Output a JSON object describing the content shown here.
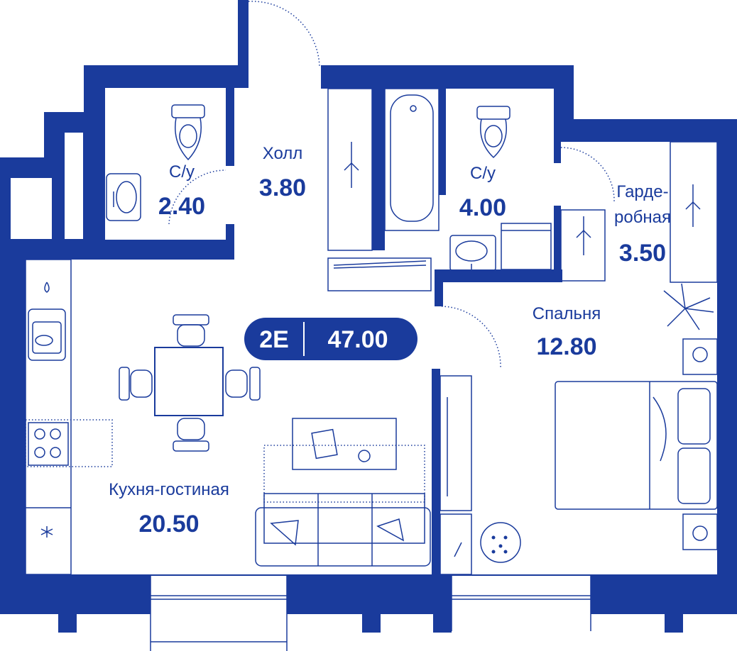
{
  "apartment": {
    "type_label": "2E",
    "total_area": "47.00",
    "accent_color": "#1a3b9c"
  },
  "rooms": {
    "bathroom_small": {
      "name": "С/у",
      "area": "2.40"
    },
    "hall": {
      "name": "Холл",
      "area": "3.80"
    },
    "bathroom_large": {
      "name": "С/у",
      "area": "4.00"
    },
    "wardrobe": {
      "name_line1": "Гарде-",
      "name_line2": "робная",
      "area": "3.50"
    },
    "bedroom": {
      "name": "Спальня",
      "area": "12.80"
    },
    "kitchen_living": {
      "name": "Кухня-гостиная",
      "area": "20.50"
    }
  },
  "icons": [
    "toilet-icon",
    "sink-icon",
    "bathtub-icon",
    "washing-machine-icon",
    "hanger-icon",
    "stove-icon",
    "fridge-snowflake-icon",
    "water-drop-icon",
    "dining-table-icon",
    "sofa-icon",
    "bed-icon",
    "plant-icon",
    "lamp-icon"
  ]
}
